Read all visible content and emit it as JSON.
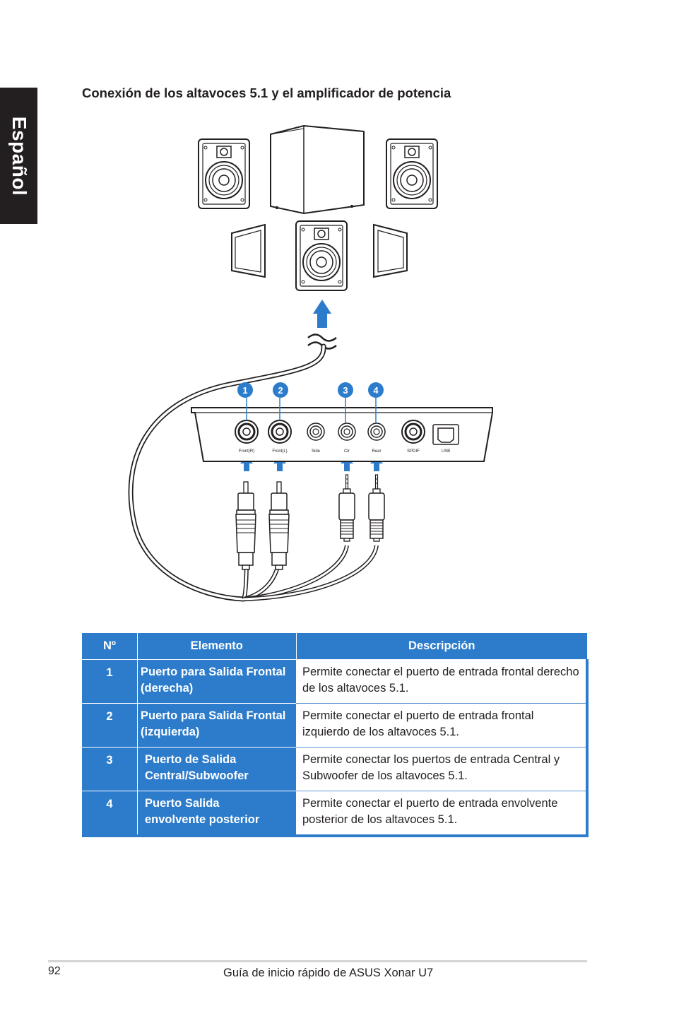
{
  "side_tab": "Español",
  "heading": "Conexión de los altavoces 5.1 y el amplificador de potencia",
  "diagram": {
    "callouts": [
      "1",
      "2",
      "3",
      "4"
    ],
    "port_labels": [
      "Front(R)",
      "Front(L)",
      "Side",
      "Ctr",
      "Rear",
      "SPDIF",
      "USB"
    ],
    "accent_color": "#2d7ccb"
  },
  "table": {
    "headers": [
      "Nº",
      "Elemento",
      "Descripción"
    ],
    "rows": [
      {
        "num": "1",
        "element": "Puerto para Salida Frontal (derecha)",
        "description": "Permite conectar el puerto de entrada frontal derecho de los altavoces 5.1."
      },
      {
        "num": "2",
        "element": "Puerto para Salida Frontal (izquierda)",
        "description": "Permite conectar el puerto de entrada frontal izquierdo de los altavoces 5.1."
      },
      {
        "num": "3",
        "element": "Puerto de Salida Central/Subwoofer",
        "description": "Permite conectar los puertos de entrada Central y Subwoofer de los altavoces 5.1."
      },
      {
        "num": "4",
        "element": "Puerto Salida envolvente posterior",
        "description": "Permite conectar el puerto de entrada envolvente posterior de los altavoces 5.1."
      }
    ]
  },
  "footer": {
    "page_number": "92",
    "title": "Guía de inicio rápido de ASUS Xonar U7"
  }
}
